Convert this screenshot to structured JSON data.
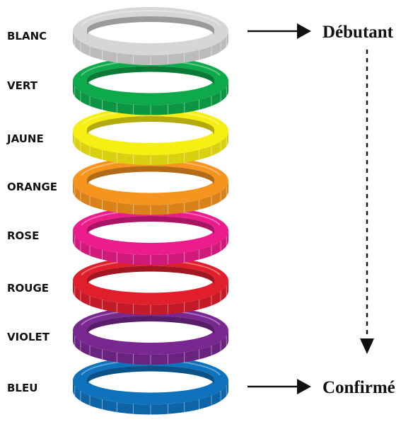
{
  "bands": [
    {
      "label": "BLANC",
      "color": "#d6d6d6"
    },
    {
      "label": "VERT",
      "color": "#0ea94b"
    },
    {
      "label": "JAUNE",
      "color": "#f7ee12"
    },
    {
      "label": "ORANGE",
      "color": "#f7941e"
    },
    {
      "label": "ROSE",
      "color": "#ec1c8c"
    },
    {
      "label": "ROUGE",
      "color": "#e01e2c"
    },
    {
      "label": "VIOLET",
      "color": "#7a2891"
    },
    {
      "label": "BLEU",
      "color": "#0f72bd"
    }
  ],
  "stages": {
    "start": "Débutant",
    "end": "Confirmé"
  }
}
